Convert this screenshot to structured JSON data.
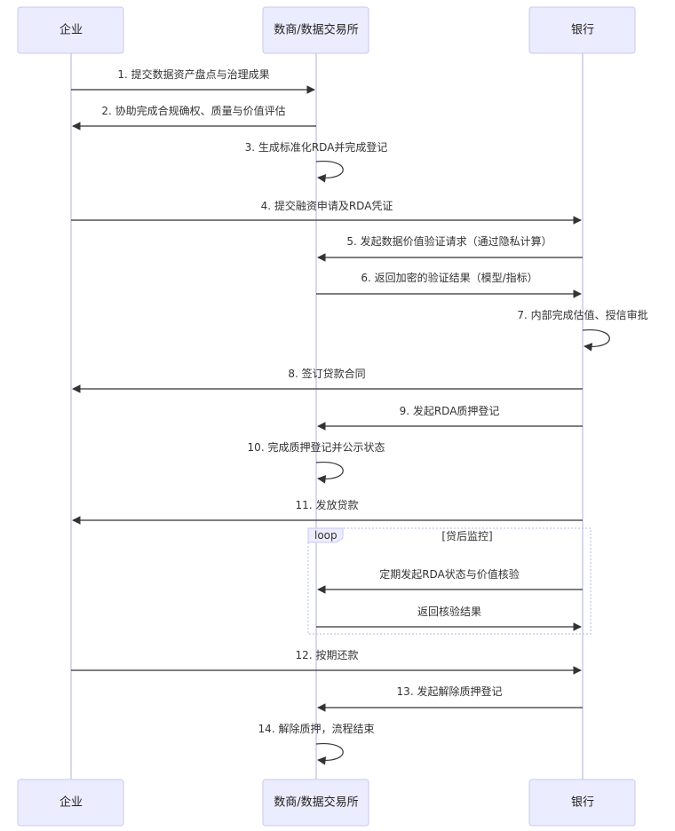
{
  "participants": [
    {
      "id": "ent",
      "label": "企业"
    },
    {
      "id": "exch",
      "label": "数商/数据交易所"
    },
    {
      "id": "bank",
      "label": "银行"
    }
  ],
  "messages": [
    {
      "from": "ent",
      "to": "exch",
      "label": "1. 提交数据资产盘点与治理成果"
    },
    {
      "from": "exch",
      "to": "ent",
      "label": "2. 协助完成合规确权、质量与价值评估"
    },
    {
      "from": "exch",
      "to": "exch",
      "label": "3. 生成标准化RDA并完成登记"
    },
    {
      "from": "ent",
      "to": "bank",
      "label": "4. 提交融资申请及RDA凭证"
    },
    {
      "from": "bank",
      "to": "exch",
      "label": "5. 发起数据价值验证请求（通过隐私计算）"
    },
    {
      "from": "exch",
      "to": "bank",
      "label": "6. 返回加密的验证结果（模型/指标）"
    },
    {
      "from": "bank",
      "to": "bank",
      "label": "7. 内部完成估值、授信审批"
    },
    {
      "from": "bank",
      "to": "ent",
      "label": "8. 签订贷款合同"
    },
    {
      "from": "bank",
      "to": "exch",
      "label": "9. 发起RDA质押登记"
    },
    {
      "from": "exch",
      "to": "exch",
      "label": "10. 完成质押登记并公示状态"
    },
    {
      "from": "bank",
      "to": "ent",
      "label": "11. 发放贷款"
    },
    {
      "from": "bank",
      "to": "exch",
      "label": "定期发起RDA状态与价值核验"
    },
    {
      "from": "exch",
      "to": "bank",
      "label": "返回核验结果"
    },
    {
      "from": "ent",
      "to": "bank",
      "label": "12. 按期还款"
    },
    {
      "from": "bank",
      "to": "exch",
      "label": "13. 发起解除质押登记"
    },
    {
      "from": "exch",
      "to": "exch",
      "label": "14. 解除质押，流程结束"
    }
  ],
  "loop": {
    "tag": "loop",
    "condition": "[贷后监控]"
  },
  "colors": {
    "actor_fill": "#ececff",
    "actor_stroke": "#c9c9f2",
    "lifeline": "#c8c8e8",
    "line": "#333333"
  }
}
